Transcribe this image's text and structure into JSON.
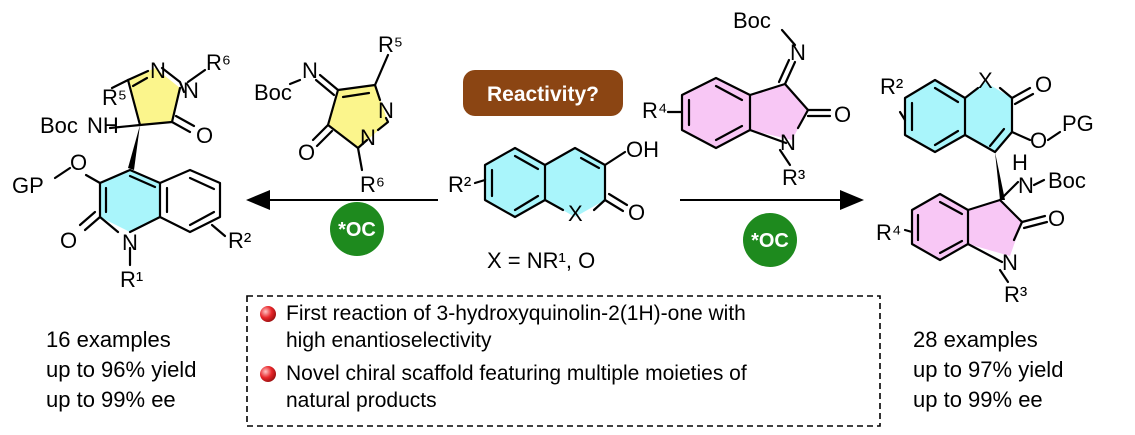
{
  "colors": {
    "yellow_ring": "#fbf58c",
    "cyan_ring": "#a9f5fb",
    "pink_ring": "#f8c7f5",
    "reactivity_bg": "#8b4513",
    "catalyst_bg": "#1e8a1e",
    "bullet_red": "#e8262a"
  },
  "center": {
    "reactivity_label": "Reactivity?",
    "x_definition": "X = NR¹, O",
    "substituent": "R²",
    "hydroxyl": "OH",
    "oxo": "O",
    "ring_atom": "X"
  },
  "left_reagent": {
    "boc": "Boc",
    "imine_n": "N",
    "r5": "R⁵",
    "n1": "N",
    "n2": "N",
    "r6": "R⁶",
    "oxo": "O"
  },
  "right_reagent": {
    "boc": "Boc",
    "imine_n": "N",
    "r4": "R⁴",
    "oxo": "O",
    "n": "N",
    "r3": "R³"
  },
  "catalyst_left": "*OC",
  "catalyst_right": "*OC",
  "left_product": {
    "r5": "R⁵",
    "n1": "N",
    "n2": "N",
    "r6": "R⁶",
    "boc_nh": "Boc",
    "nh": "NH",
    "oxo_top": "O",
    "gp": "GP",
    "o_ether": "O",
    "oxo_bottom": "O",
    "n_ring": "N",
    "r1": "R¹",
    "r2": "R²",
    "stats": [
      "16 examples",
      "up to 96% yield",
      "up to 99% ee"
    ]
  },
  "right_product": {
    "r2": "R²",
    "x": "X",
    "oxo_top": "O",
    "o_ether": "O",
    "pg": "PG",
    "nh": "H",
    "n_boc": "N",
    "boc": "Boc",
    "r4": "R⁴",
    "oxo_bottom": "O",
    "n_ring": "N",
    "r3": "R³",
    "stats": [
      "28 examples",
      "up to 97% yield",
      "up to 99% ee"
    ]
  },
  "highlights": [
    {
      "line1": "First reaction of 3-hydroxyquinolin-2(1H)-one with",
      "line2": "high enantioselectivity"
    },
    {
      "line1": "Novel chiral scaffold featuring multiple moieties of",
      "line2": "natural products"
    }
  ]
}
